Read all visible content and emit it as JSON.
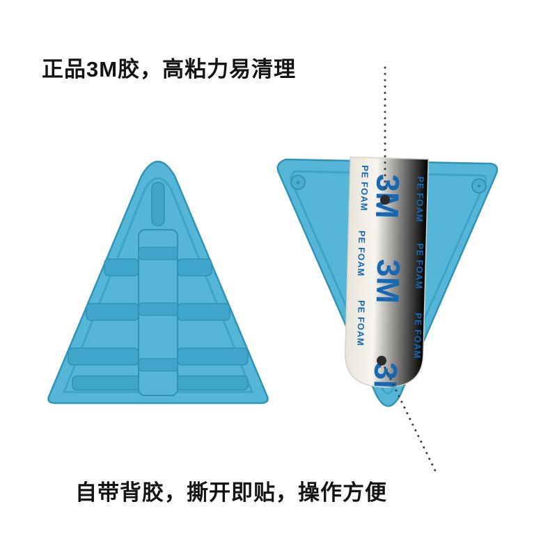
{
  "page": {
    "background": "#ffffff"
  },
  "annotations": {
    "top_label": "正品3M胶，高粘力易清理",
    "bottom_label": "自带背胶，撕开即贴，操作方便"
  },
  "product": {
    "tape": {
      "brand": "3M",
      "material_text": "PE FOAM"
    },
    "colors": {
      "body_blue": "#55b6d8",
      "body_blue_dark": "#2f93b5",
      "groove_blue": "#3fa6ca",
      "rim_blue": "#3ba1c4",
      "tape_white": "#f2f0e9",
      "tape_print_blue": "#1668b2",
      "callout": "#2b2b2b"
    }
  }
}
